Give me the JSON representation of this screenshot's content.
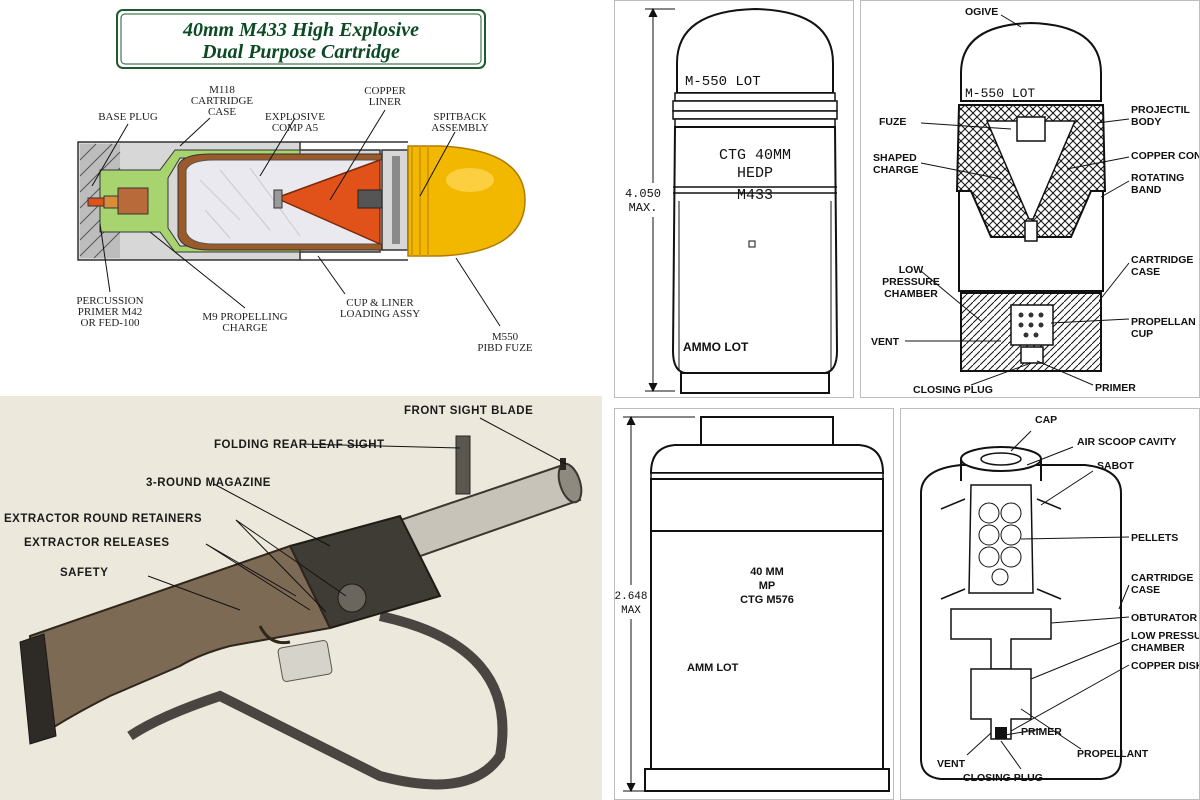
{
  "m433": {
    "title_line1": "40mm M433 High Explosive",
    "title_line2": "Dual Purpose Cartridge",
    "labels": {
      "base_plug": "BASE PLUG",
      "cartridge_case_1": "M118",
      "cartridge_case_2": "CARTRIDGE",
      "cartridge_case_3": "CASE",
      "explosive_1": "EXPLOSIVE",
      "explosive_2": "COMP A5",
      "copper_1": "COPPER",
      "copper_2": "LINER",
      "spitback_1": "SPITBACK",
      "spitback_2": "ASSEMBLY",
      "primer_1": "PERCUSSION",
      "primer_2": "PRIMER M42",
      "primer_3": "OR FED-100",
      "propelling_1": "M9 PROPELLING",
      "propelling_2": "CHARGE",
      "cup_1": "CUP & LINER",
      "cup_2": "LOADING ASSY",
      "fuze_1": "M550",
      "fuze_2": "PIBD FUZE"
    },
    "colors": {
      "title": "#0c4a24",
      "fuze": "#f2b800",
      "cone": "#e0521a",
      "explosive": "#e9e9ef",
      "case": "#a8d46f"
    }
  },
  "hedp": {
    "top_stamp": "M-550   LOT",
    "body_line1": "CTG 40MM",
    "body_line2": "HEDP",
    "body_line3": "M433",
    "lot": "AMMO LOT",
    "dim_1": "4.050",
    "dim_2": "MAX."
  },
  "hedp_section": {
    "top_stamp": "M-550   LOT",
    "labels": {
      "ogive": "OGIVE",
      "fuze": "FUZE",
      "shaped_1": "SHAPED",
      "shaped_2": "CHARGE",
      "low_1": "LOW",
      "low_2": "PRESSURE",
      "low_3": "CHAMBER",
      "vent": "VENT",
      "closing": "CLOSING PLUG",
      "proj_1": "PROJECTIL",
      "proj_2": "BODY",
      "copper": "COPPER CON",
      "rot_1": "ROTATING",
      "rot_2": "BAND",
      "case_1": "CARTRIDGE",
      "case_2": "CASE",
      "prop_1": "PROPELLAN",
      "prop_2": "CUP",
      "primer": "PRIMER"
    }
  },
  "launcher": {
    "labels": {
      "front_sight": "FRONT SIGHT BLADE",
      "rear_sight": "FOLDING REAR LEAF SIGHT",
      "magazine": "3-ROUND MAGAZINE",
      "retainers": "EXTRACTOR ROUND RETAINERS",
      "releases": "EXTRACTOR RELEASES",
      "safety": "SAFETY"
    }
  },
  "mp": {
    "line1": "40 MM",
    "line2": "MP",
    "line3": "CTG M576",
    "lot": "AMM LOT",
    "dim_1": "2.648",
    "dim_2": "MAX"
  },
  "m576": {
    "labels": {
      "cap": "CAP",
      "air": "AIR SCOOP CAVITY",
      "sabot": "SABOT",
      "pellets": "PELLETS",
      "case_1": "CARTRIDGE",
      "case_2": "CASE",
      "obturator": "OBTURATOR",
      "low_1": "LOW PRESSU",
      "low_2": "CHAMBER",
      "copper_disk": "COPPER DISK",
      "vent": "VENT",
      "primer": "PRIMER",
      "propellant": "PROPELLANT",
      "closing": "CLOSING PLUG"
    }
  }
}
